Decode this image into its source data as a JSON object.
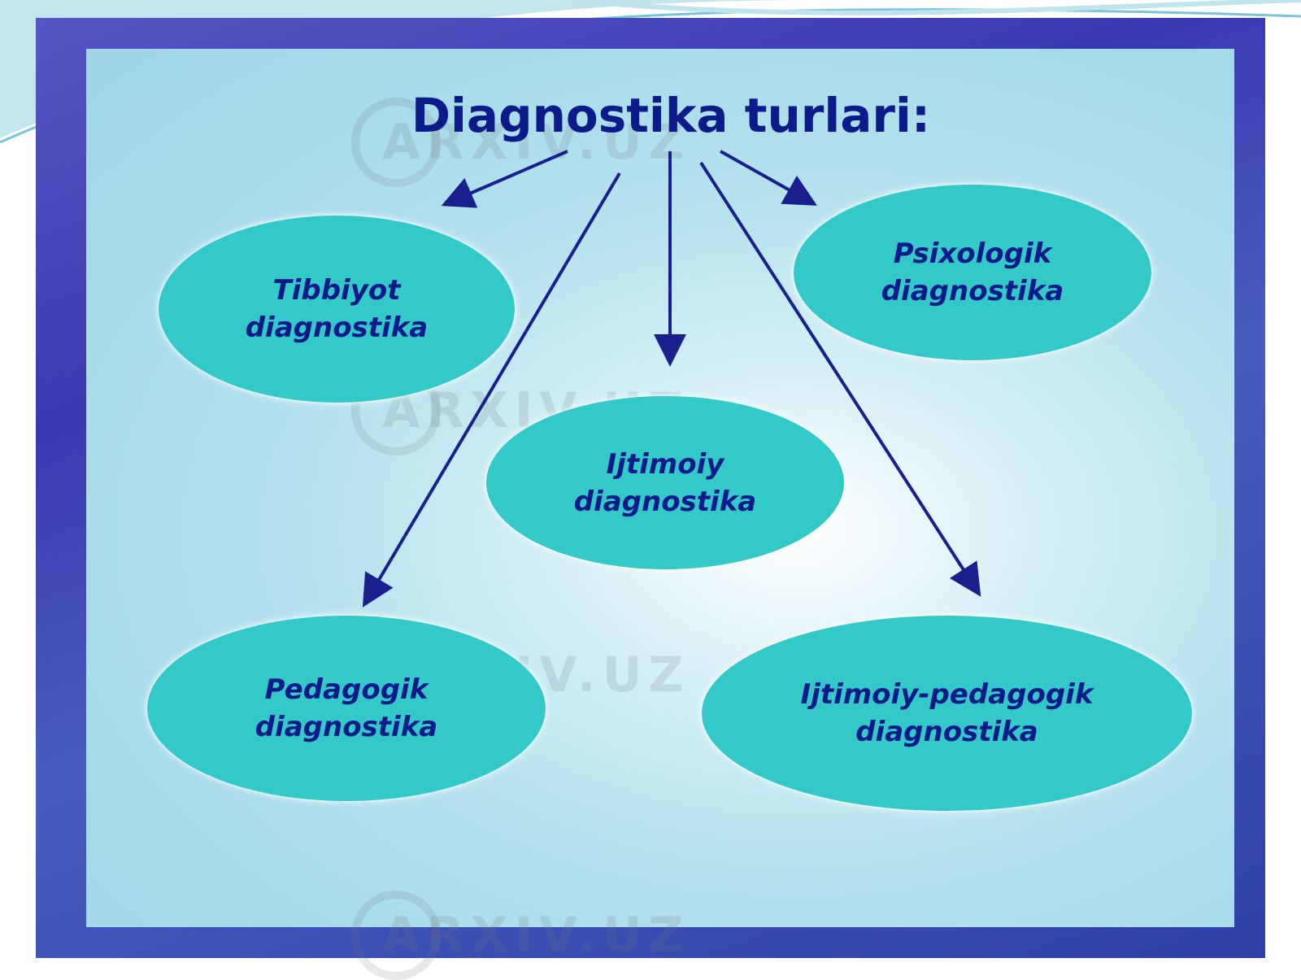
{
  "title": "Diagnostika turlari:",
  "watermark": "ARXIV.UZ",
  "nodes": {
    "tibbiyot": "Tibbiyot\ndiagnostika",
    "psixologik": "Psixologik\ndiagnostika",
    "ijtimoiy": "Ijtimoiy\ndiagnostika",
    "pedagogik": "Pedagogik\ndiagnostika",
    "ijtimoiy_pedagogik": "Ijtimoiy-pedagogik\ndiagnostika"
  },
  "colors": {
    "title": "#0c1a8a",
    "node_fill": "#33c9c9",
    "arrow": "#1a1f8e",
    "frame": "#3a3ab0",
    "panel": "#a6dbe9"
  }
}
